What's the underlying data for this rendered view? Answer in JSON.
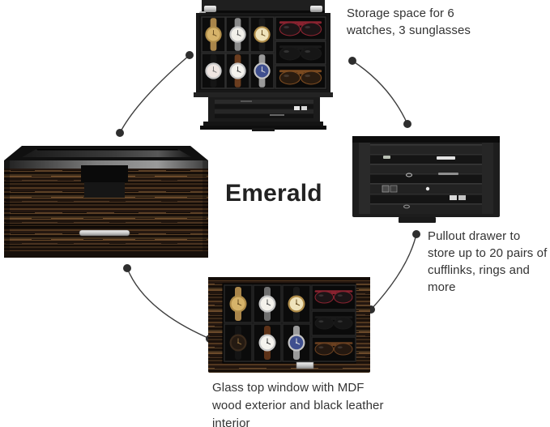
{
  "title": "Emerald",
  "captions": {
    "storage": "Storage space for 6\nwatches, 3 sunglasses",
    "pullout": "Pullout drawer to\nstore up to 20 pairs of\ncufflinks, rings and\nmore",
    "glass": "Glass top window with MDF\nwood exterior and black leather\ninterior"
  },
  "colors": {
    "background": "#ffffff",
    "caption_text": "#333333",
    "title_text": "#222222",
    "connector_line": "#3d3d3d",
    "connector_dot": "#2e2e2e",
    "case_black": "#161616",
    "wood_dark": "#241710",
    "wood_mid": "#4a3320",
    "wood_light": "#6b4a2a",
    "hardware_silver": "#c9c9c9",
    "sunglasses_red_frame": "#8a2330",
    "sunglasses_amber_frame": "#7a4a20",
    "watch_gold": "#c9a96a",
    "watch_blue_dial": "#3f4f8f"
  }
}
